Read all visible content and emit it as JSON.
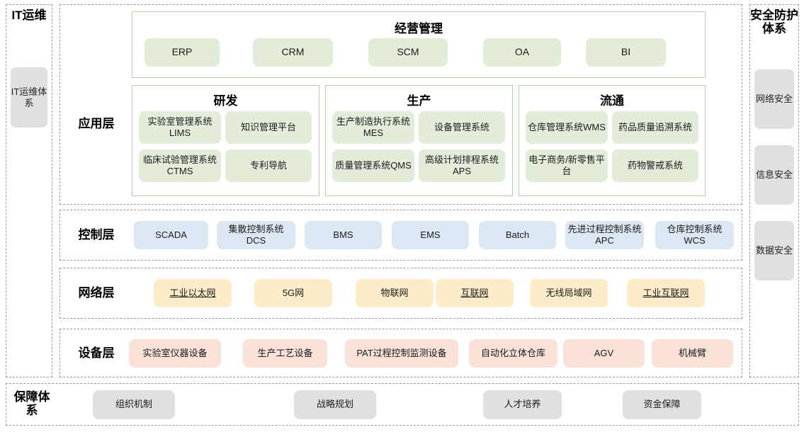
{
  "diagram": {
    "left_column": {
      "title": "IT运维",
      "items": [
        {
          "label": "IT运维体系"
        }
      ]
    },
    "right_column": {
      "title": "安全防护体系",
      "items": [
        {
          "label": "网络安全"
        },
        {
          "label": "信息安全"
        },
        {
          "label": "数据安全"
        }
      ]
    },
    "layers": [
      {
        "name": "应用层",
        "groups": [
          {
            "title": "经营管理",
            "items": [
              {
                "label": "ERP"
              },
              {
                "label": "CRM"
              },
              {
                "label": "SCM"
              },
              {
                "label": "OA"
              },
              {
                "label": "BI"
              }
            ]
          },
          {
            "title": "研发",
            "items": [
              {
                "label": "实验室管理系统LIMS"
              },
              {
                "label": "知识管理平台"
              },
              {
                "label": "临床试验管理系统CTMS"
              },
              {
                "label": "专利导航"
              }
            ]
          },
          {
            "title": "生产",
            "items": [
              {
                "label": "生产制造执行系统MES"
              },
              {
                "label": "设备管理系统"
              },
              {
                "label": "质量管理系统QMS"
              },
              {
                "label": "高级计划排程系统APS"
              }
            ]
          },
          {
            "title": "流通",
            "items": [
              {
                "label": "仓库管理系统WMS"
              },
              {
                "label": "药品质量追溯系统"
              },
              {
                "label": "电子商务/新零售平台"
              },
              {
                "label": "药物警戒系统"
              }
            ]
          }
        ]
      },
      {
        "name": "控制层",
        "items": [
          {
            "label": "SCADA"
          },
          {
            "label": "集散控制系统DCS"
          },
          {
            "label": "BMS"
          },
          {
            "label": "EMS"
          },
          {
            "label": "Batch"
          },
          {
            "label": "先进过程控制系统APC"
          },
          {
            "label": "仓库控制系统WCS"
          }
        ]
      },
      {
        "name": "网络层",
        "items": [
          {
            "label": "工业以太网",
            "underline": true
          },
          {
            "label": "5G网",
            "underline": false
          },
          {
            "label": "物联网",
            "underline": false
          },
          {
            "label": "互联网",
            "underline": true
          },
          {
            "label": "无线局域网",
            "underline": false
          },
          {
            "label": "工业互联网",
            "underline": true
          }
        ]
      },
      {
        "name": "设备层",
        "items": [
          {
            "label": "实验室仪器设备"
          },
          {
            "label": "生产工艺设备"
          },
          {
            "label": "PAT过程控制监测设备"
          },
          {
            "label": "自动化立体仓库"
          },
          {
            "label": "AGV"
          },
          {
            "label": "机械臂"
          }
        ]
      }
    ],
    "bottom_bar": {
      "title": "保障体系",
      "items": [
        {
          "label": "组织机制"
        },
        {
          "label": "战略规划"
        },
        {
          "label": "人才培养"
        },
        {
          "label": "资金保障"
        }
      ]
    },
    "colors": {
      "application": "#e3ebd9",
      "control": "#dce7f3",
      "network": "#fcecc9",
      "device": "#fae2d8",
      "support": "#e0e0e0",
      "group_border": "#b6ceab",
      "frame": "#9a9a9a"
    }
  }
}
